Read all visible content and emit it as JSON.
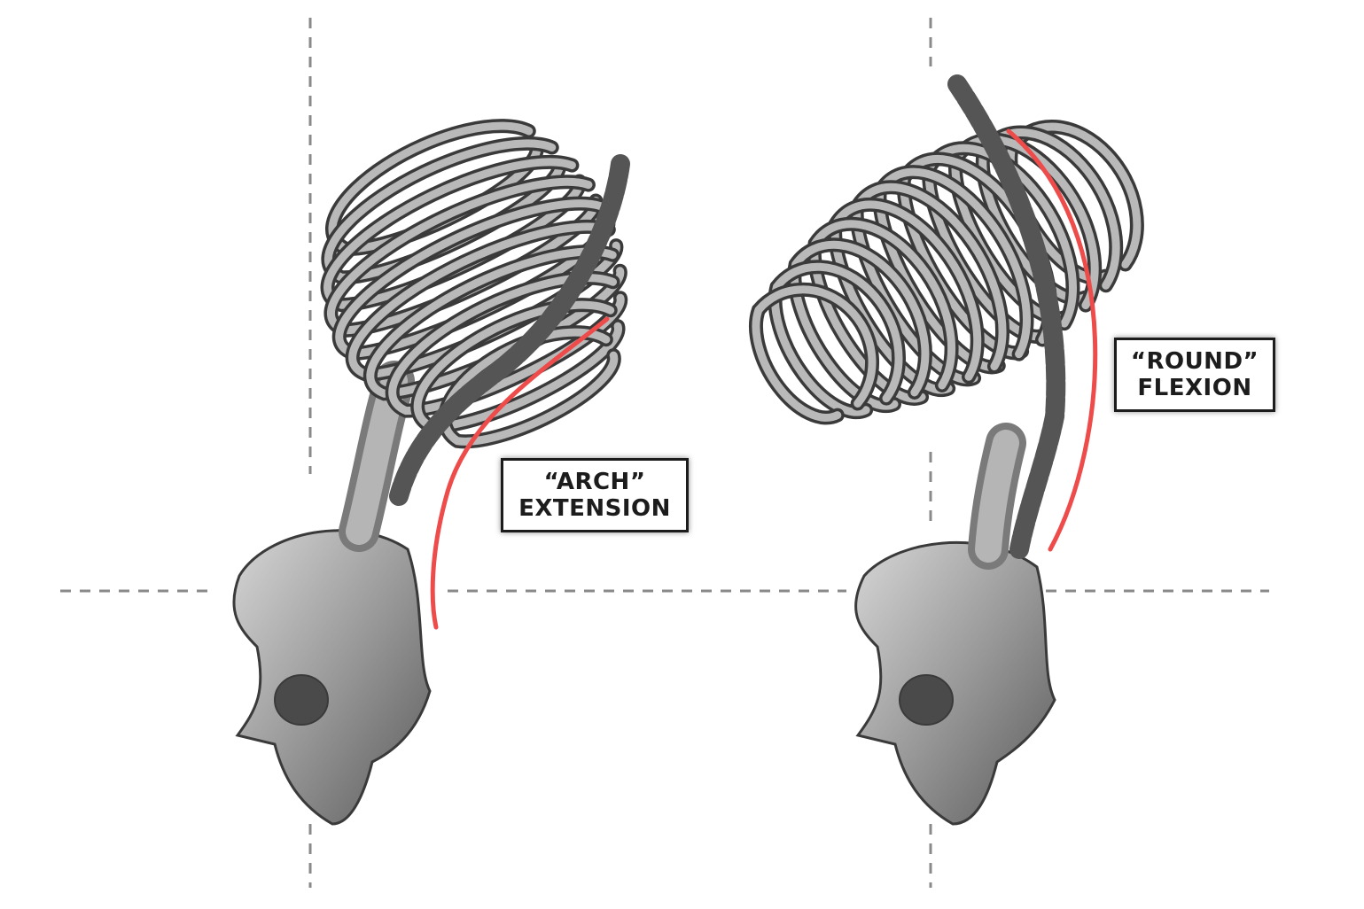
{
  "figures": [
    {
      "label_line1": "“ARCH”",
      "label_line2": "EXTENSION"
    },
    {
      "label_line1": "“ROUND”",
      "label_line2": "FLEXION"
    }
  ],
  "colors": {
    "curve": "#ee4b4b",
    "guide": "#8a8a8a",
    "bone": "#8f8f8f",
    "bone_dark": "#3a3a3a",
    "label_border": "#1c1c1c"
  }
}
